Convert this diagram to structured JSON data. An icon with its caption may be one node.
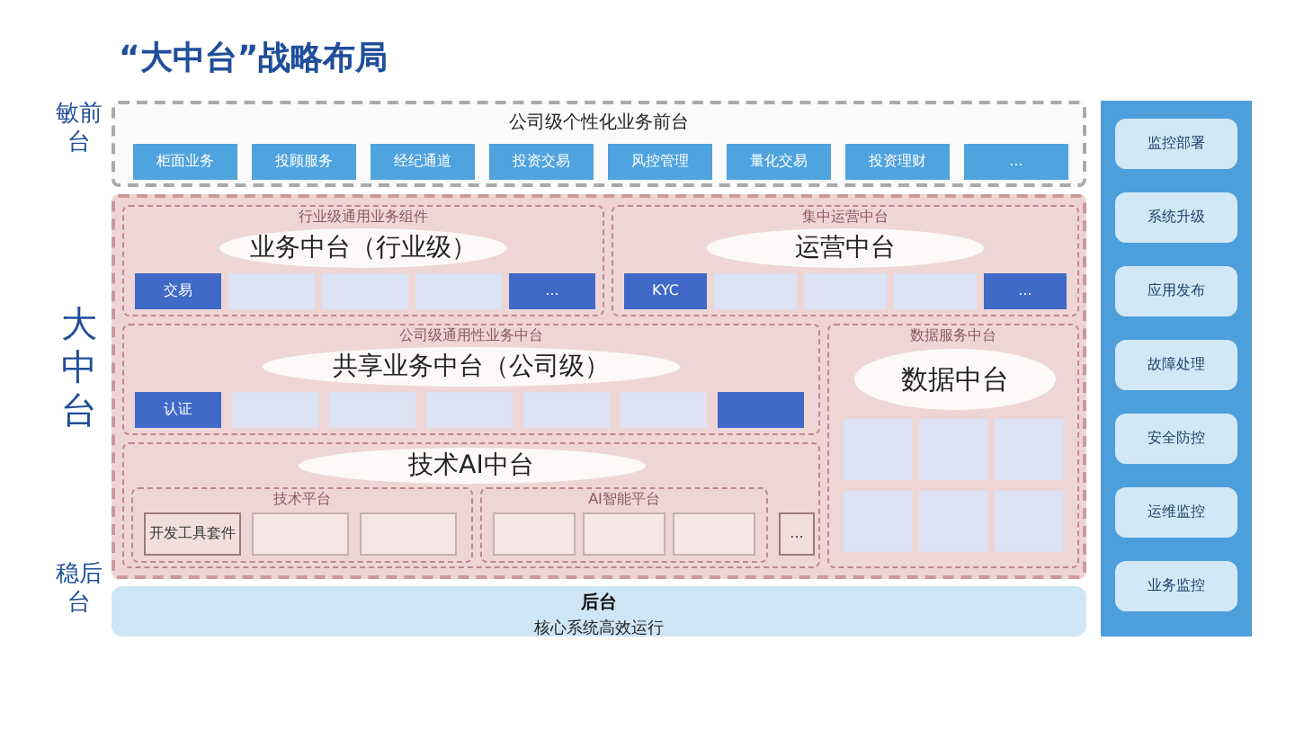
{
  "diagram": {
    "title": "“大中台”战略布局",
    "nodes": [
      {
        "text": [
          "敏前台",
          "公司级个性化业务前台"
        ]
      },
      {
        "text": [
          "柜面业务"
        ],
        "in": 0
      },
      {
        "text": [
          "投顾服务"
        ],
        "in": 0
      },
      {
        "text": [
          "经纪通道"
        ],
        "in": 0
      },
      {
        "text": [
          "投资交易"
        ],
        "in": 0
      },
      {
        "text": [
          "风控管理"
        ],
        "in": 0
      },
      {
        "text": [
          "量化交易"
        ],
        "in": 0
      },
      {
        "text": [
          "投资理财"
        ],
        "in": 0
      },
      {
        "text": [
          "..."
        ],
        "in": 0
      },
      {
        "text": [
          "大中台"
        ]
      },
      {
        "text": [
          "行业级通用业务组件",
          "业务中台（行业级）"
        ],
        "in": 9
      },
      {
        "text": [
          "交易"
        ],
        "in": 10
      },
      {
        "text": [],
        "shape": "box",
        "in": 10
      },
      {
        "text": [],
        "shape": "box",
        "in": 10
      },
      {
        "text": [],
        "shape": "box",
        "in": 10
      },
      {
        "text": [
          "..."
        ],
        "in": 10
      },
      {
        "text": [
          "集中运营中台",
          "运营中台"
        ],
        "in": 9
      },
      {
        "text": [
          "KYC"
        ],
        "in": 16
      },
      {
        "text": [],
        "shape": "box",
        "in": 16
      },
      {
        "text": [],
        "shape": "box",
        "in": 16
      },
      {
        "text": [],
        "shape": "box",
        "in": 16
      },
      {
        "text": [
          "..."
        ],
        "in": 16
      },
      {
        "text": [
          "公司级通用性业务中台",
          "共享业务中台（公司级）"
        ],
        "in": 9
      },
      {
        "text": [
          "认证"
        ],
        "in": 22
      },
      {
        "text": [],
        "shape": "box",
        "in": 22
      },
      {
        "text": [],
        "shape": "box",
        "in": 22
      },
      {
        "text": [],
        "shape": "box",
        "in": 22
      },
      {
        "text": [],
        "shape": "box",
        "in": 22
      },
      {
        "text": [],
        "shape": "box",
        "in": 22
      },
      {
        "text": [],
        "shape": "box",
        "in": 22
      },
      {
        "text": [
          "数据服务中台",
          "数据中台"
        ],
        "in": 9
      },
      {
        "text": [],
        "shape": "box",
        "in": 30
      },
      {
        "text": [],
        "shape": "box",
        "in": 30
      },
      {
        "text": [],
        "shape": "box",
        "in": 30
      },
      {
        "text": [],
        "shape": "box",
        "in": 30
      },
      {
        "text": [],
        "shape": "box",
        "in": 30
      },
      {
        "text": [],
        "shape": "box",
        "in": 30
      },
      {
        "text": [
          "技术AI中台"
        ],
        "in": 9
      },
      {
        "text": [
          "技术平台"
        ],
        "in": 37
      },
      {
        "text": [
          "开发工具套件"
        ],
        "in": 38
      },
      {
        "text": [],
        "shape": "box",
        "in": 38
      },
      {
        "text": [],
        "shape": "box",
        "in": 38
      },
      {
        "text": [
          "AI智能平台"
        ],
        "in": 37
      },
      {
        "text": [],
        "shape": "box",
        "in": 42
      },
      {
        "text": [],
        "shape": "box",
        "in": 42
      },
      {
        "text": [],
        "shape": "box",
        "in": 42
      },
      {
        "text": [
          "..."
        ],
        "in": 37
      },
      {
        "text": [
          "稳后台",
          "后台",
          "核心系统高效运行"
        ]
      },
      {
        "text": [],
        "shape": "box"
      },
      {
        "text": [
          "监控部署"
        ],
        "in": 48
      },
      {
        "text": [
          "系统升级"
        ],
        "in": 48
      },
      {
        "text": [
          "应用发布"
        ],
        "in": 48
      },
      {
        "text": [
          "故障处理"
        ],
        "in": 48
      },
      {
        "text": [
          "安全防控"
        ],
        "in": 48
      },
      {
        "text": [
          "运维监控"
        ],
        "in": 48
      },
      {
        "text": [
          "业务监控"
        ],
        "in": 48
      }
    ]
  }
}
